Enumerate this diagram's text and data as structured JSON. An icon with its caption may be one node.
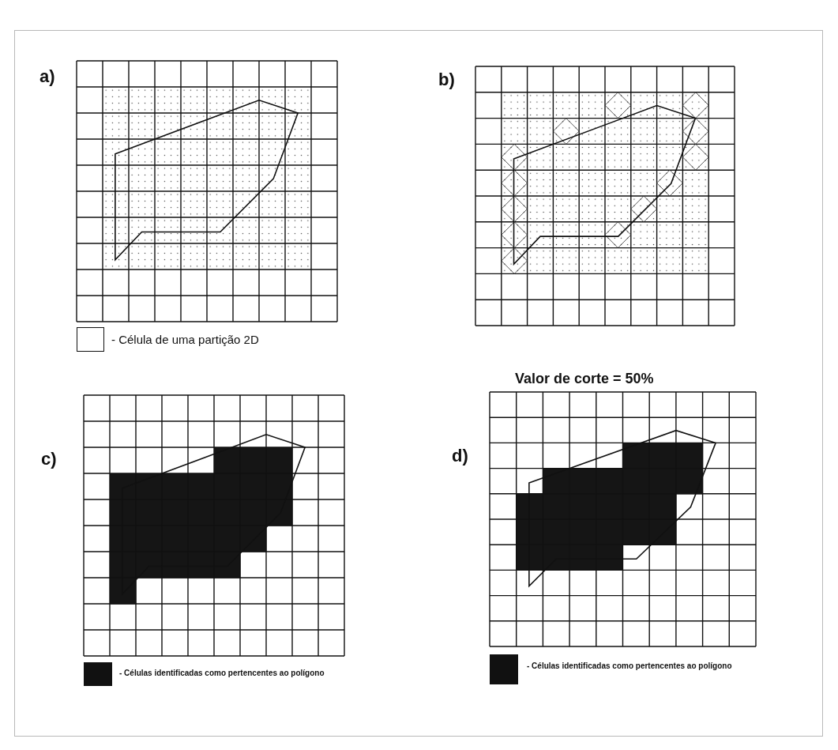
{
  "diagram": {
    "labels": [
      "a)",
      "b)",
      "Valor de corte = 50%",
      "c)",
      "d)"
    ],
    "legend": [
      {
        "text": "- Célula de uma partição 2D",
        "color": "#ffffff"
      },
      {
        "text": "- Células identificadas como pertencentes ao polígono",
        "color": "#111111"
      },
      {
        "text": "- Células identificadas como pertencentes ao polígono",
        "color": "#111111"
      }
    ]
  }
}
